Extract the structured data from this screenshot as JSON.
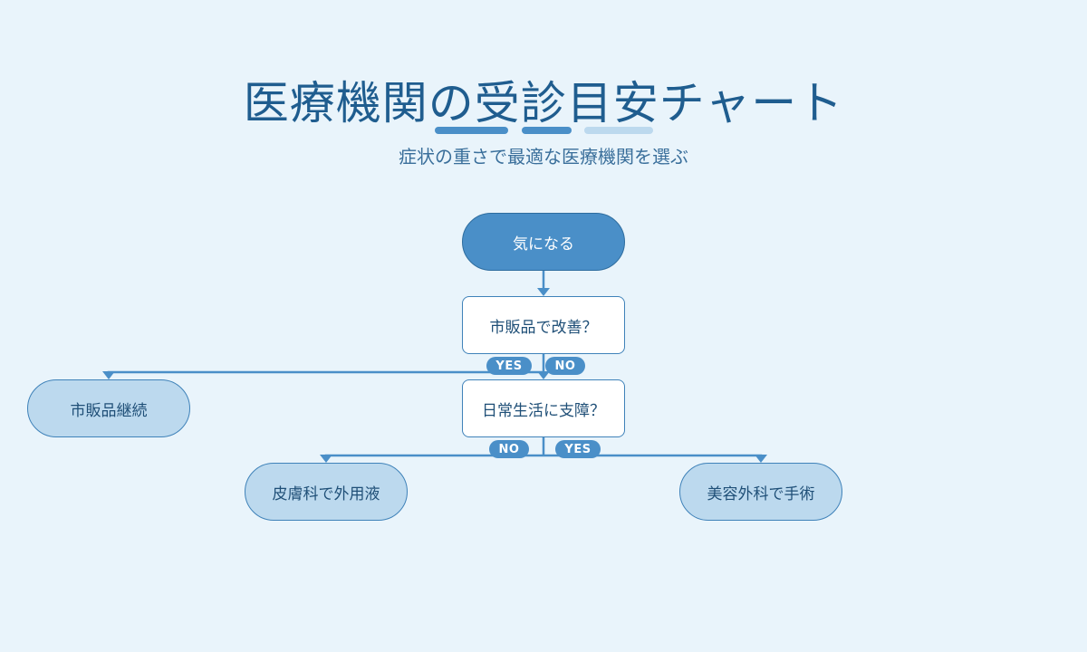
{
  "header": {
    "title": "医療機関の受診目安チャート",
    "subtitle": "症状の重さで最適な医療機関を選ぶ"
  },
  "colors": {
    "background": "#e9f4fb",
    "primary": "#4a8fc8",
    "light": "#bcd9ee",
    "text": "#1f5d8f"
  },
  "nodes": {
    "start": "気になる",
    "question1": "市販品で改善？",
    "question2": "日常生活に支障？",
    "result_continue": "市販品継続",
    "result_dermatology": "皮膚科で外用液",
    "result_cosmetic": "美容外科で手術"
  },
  "edges": {
    "q1_yes": "YES",
    "q1_no": "NO",
    "q2_no": "NO",
    "q2_yes": "YES"
  }
}
